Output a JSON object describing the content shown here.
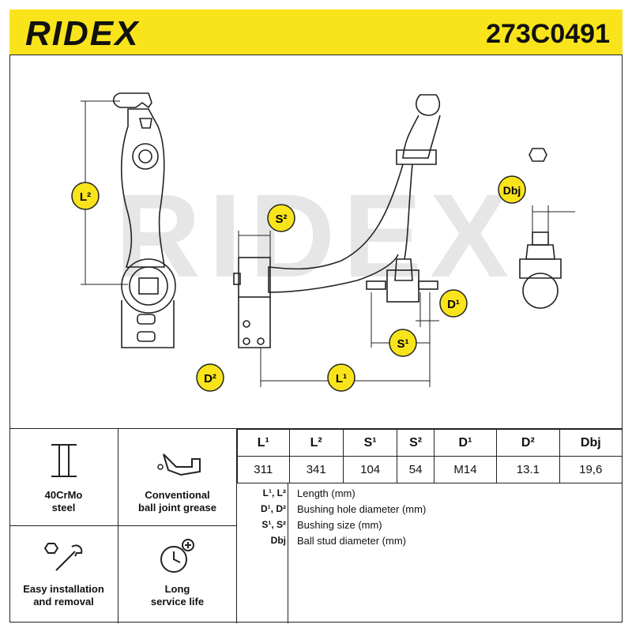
{
  "header": {
    "brand": "RIDEX",
    "part_number": "273C0491"
  },
  "drawing": {
    "watermark": "RIDEX",
    "labels": {
      "L2": "L²",
      "S2": "S²",
      "D2": "D²",
      "L1": "L¹",
      "S1": "S¹",
      "D1": "D¹",
      "Dbj": "Dbj"
    },
    "accent_color": "#f9e41b"
  },
  "features": [
    {
      "icon": "steel-beam-icon",
      "label_line1": "40CrMo",
      "label_line2": "steel"
    },
    {
      "icon": "grease-can-icon",
      "label_line1": "Conventional",
      "label_line2": "ball joint grease"
    },
    {
      "icon": "tools-icon",
      "label_line1": "Easy installation",
      "label_line2": "and removal"
    },
    {
      "icon": "clock-plus-icon",
      "label_line1": "Long",
      "label_line2": "service life"
    }
  ],
  "spec_table": {
    "headers": [
      "L¹",
      "L²",
      "S¹",
      "S²",
      "D¹",
      "D²",
      "Dbj"
    ],
    "values": [
      "311",
      "341",
      "104",
      "54",
      "M14",
      "13.1",
      "19,6"
    ]
  },
  "legend": [
    {
      "key": "L¹, L²",
      "value": "Length (mm)"
    },
    {
      "key": "D¹, D²",
      "value": "Bushing hole diameter (mm)"
    },
    {
      "key": "S¹, S²",
      "value": "Bushing size (mm)"
    },
    {
      "key": "Dbj",
      "value": "Ball stud diameter (mm)"
    }
  ]
}
